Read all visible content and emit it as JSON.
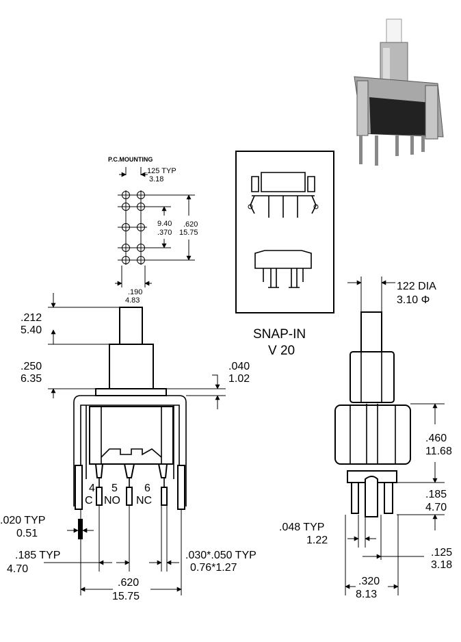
{
  "pc_mounting": {
    "title": "P.C.MOUNTING",
    "pitch_in": ".125 TYP",
    "pitch_mm": "3.18",
    "row_in": "9.40",
    "row_mm": ".370",
    "span_in": ".620",
    "span_mm": "15.75",
    "col_in": ".190",
    "col_mm": "4.83"
  },
  "snap_in": {
    "title": "SNAP-IN",
    "model": "V 20"
  },
  "front_view": {
    "plunger_in": ".212",
    "plunger_mm": "5.40",
    "bushing_in": ".250",
    "bushing_mm": "6.35",
    "flange_in": ".040",
    "flange_mm": "1.02",
    "term_c_num": "4",
    "term_c": "C",
    "term_no_num": "5",
    "term_no": "NO",
    "term_nc_num": "6",
    "term_nc": "NC",
    "pin_in": ".020  TYP",
    "pin_mm": "0.51",
    "spacing_in": ".185 TYP",
    "spacing_mm": "4.70",
    "thick_in": ".030*.050  TYP",
    "thick_mm": "0.76*1.27",
    "width_in": ".620",
    "width_mm": "15.75"
  },
  "side_view": {
    "dia_in": "122  DIA",
    "dia_mm": "3.10 Φ",
    "height_in": ".460",
    "height_mm": "11.68",
    "leg_in": ".185",
    "leg_mm": "4.70",
    "pin_in": ".048 TYP",
    "pin_mm": "1.22",
    "offset_in": ".125",
    "offset_mm": "3.18",
    "width_in": ".320",
    "width_mm": "8.13"
  }
}
